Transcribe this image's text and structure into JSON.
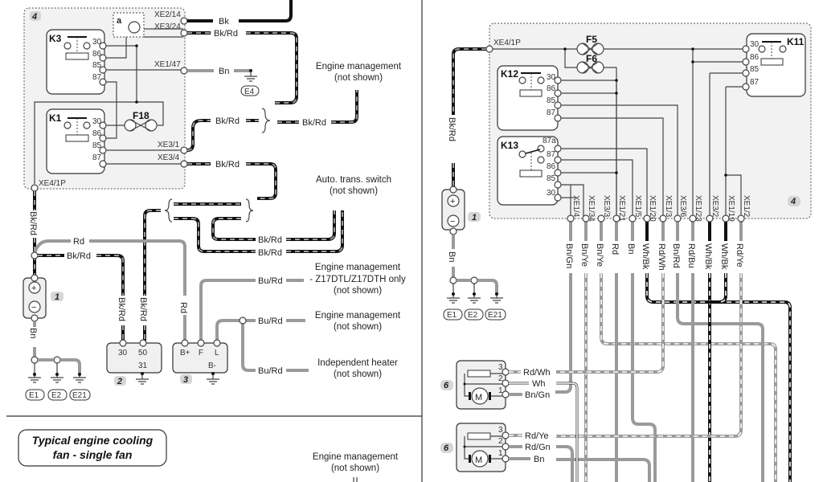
{
  "diagram": {
    "title": "Typical engine cooling fan - single fan",
    "left_circuit": {
      "module_badge": "4",
      "relays": [
        {
          "name": "K3",
          "pins": [
            "30",
            "86",
            "85",
            "87"
          ]
        },
        {
          "name": "K1",
          "pins": [
            "30",
            "86",
            "85",
            "87"
          ]
        }
      ],
      "fuse": "F18",
      "sensor_label": "a",
      "connectors": [
        "XE2/14",
        "XE3/24",
        "XE1/47",
        "XE3/1",
        "XE3/4",
        "XE4/1P"
      ],
      "wires": {
        "bk": "Bk",
        "bk_rd": "Bk/Rd",
        "bn": "Bn",
        "rd": "Rd",
        "bu_rd": "Bu/Rd"
      },
      "ground_labels": [
        "E4",
        "E1",
        "E2",
        "E21"
      ],
      "battery_badge": "1",
      "battery_plus": "+",
      "battery_minus": "−",
      "starter": {
        "badge": "2",
        "pins": [
          "30",
          "50",
          "31"
        ]
      },
      "alternator": {
        "badge": "3",
        "pins": [
          "B+",
          "F",
          "L",
          "B-"
        ]
      },
      "notes": [
        {
          "line1": "Engine management",
          "line2": "(not shown)"
        },
        {
          "line1": "Auto. trans. switch",
          "line2": "(not shown)"
        },
        {
          "line1": "Engine management",
          "line2": "- Z17DTL/Z17DTH only",
          "line3": "(not shown)"
        },
        {
          "line1": "Engine management",
          "line2": "(not shown)"
        },
        {
          "line1": "Independent heater",
          "line2": "(not shown)"
        },
        {
          "line1": "Engine management",
          "line2": "(not shown)"
        }
      ]
    },
    "right_circuit": {
      "module_badge": "4",
      "connector_main": "XE4/1P",
      "fuses": [
        "F5",
        "F6"
      ],
      "relays": [
        {
          "name": "K11",
          "pins": [
            "30",
            "86",
            "85",
            "87"
          ]
        },
        {
          "name": "K12",
          "pins": [
            "30",
            "86",
            "85",
            "87"
          ]
        },
        {
          "name": "K13",
          "pins": [
            "87a",
            "87",
            "86",
            "85",
            "30"
          ]
        }
      ],
      "connectors": [
        "XE1/4",
        "XE1/34",
        "XE3/3",
        "XE1/21",
        "XE1/5",
        "XE1/20",
        "XE1/3",
        "XE3/6",
        "XE1/23",
        "XE3/2",
        "XE1/19",
        "XE1/2"
      ],
      "wire_colors": [
        "Bn/Gn",
        "Bn/Ye",
        "Bn/Ye",
        "Rd",
        "Bn",
        "Wh/Bk",
        "Rd/Wh",
        "Bn/Rd",
        "Rd/Bu",
        "Wh/Bk",
        "Wh/Bk",
        "Rd/Ye"
      ],
      "battery_wire": "Bk/Rd",
      "battery_badge": "1",
      "ground_wire": "Bn",
      "ground_labels": [
        "E1",
        "E2",
        "E21"
      ],
      "fan_motors": [
        {
          "badge": "6",
          "motor": "M",
          "pins": [
            "3",
            "2",
            "1"
          ],
          "wires": [
            "Rd/Wh",
            "Wh",
            "Bn/Gn"
          ]
        },
        {
          "badge": "6",
          "motor": "M",
          "pins": [
            "3",
            "2",
            "1"
          ],
          "wires": [
            "Rd/Ye",
            "Rd/Gn",
            "Bn"
          ]
        }
      ]
    }
  }
}
